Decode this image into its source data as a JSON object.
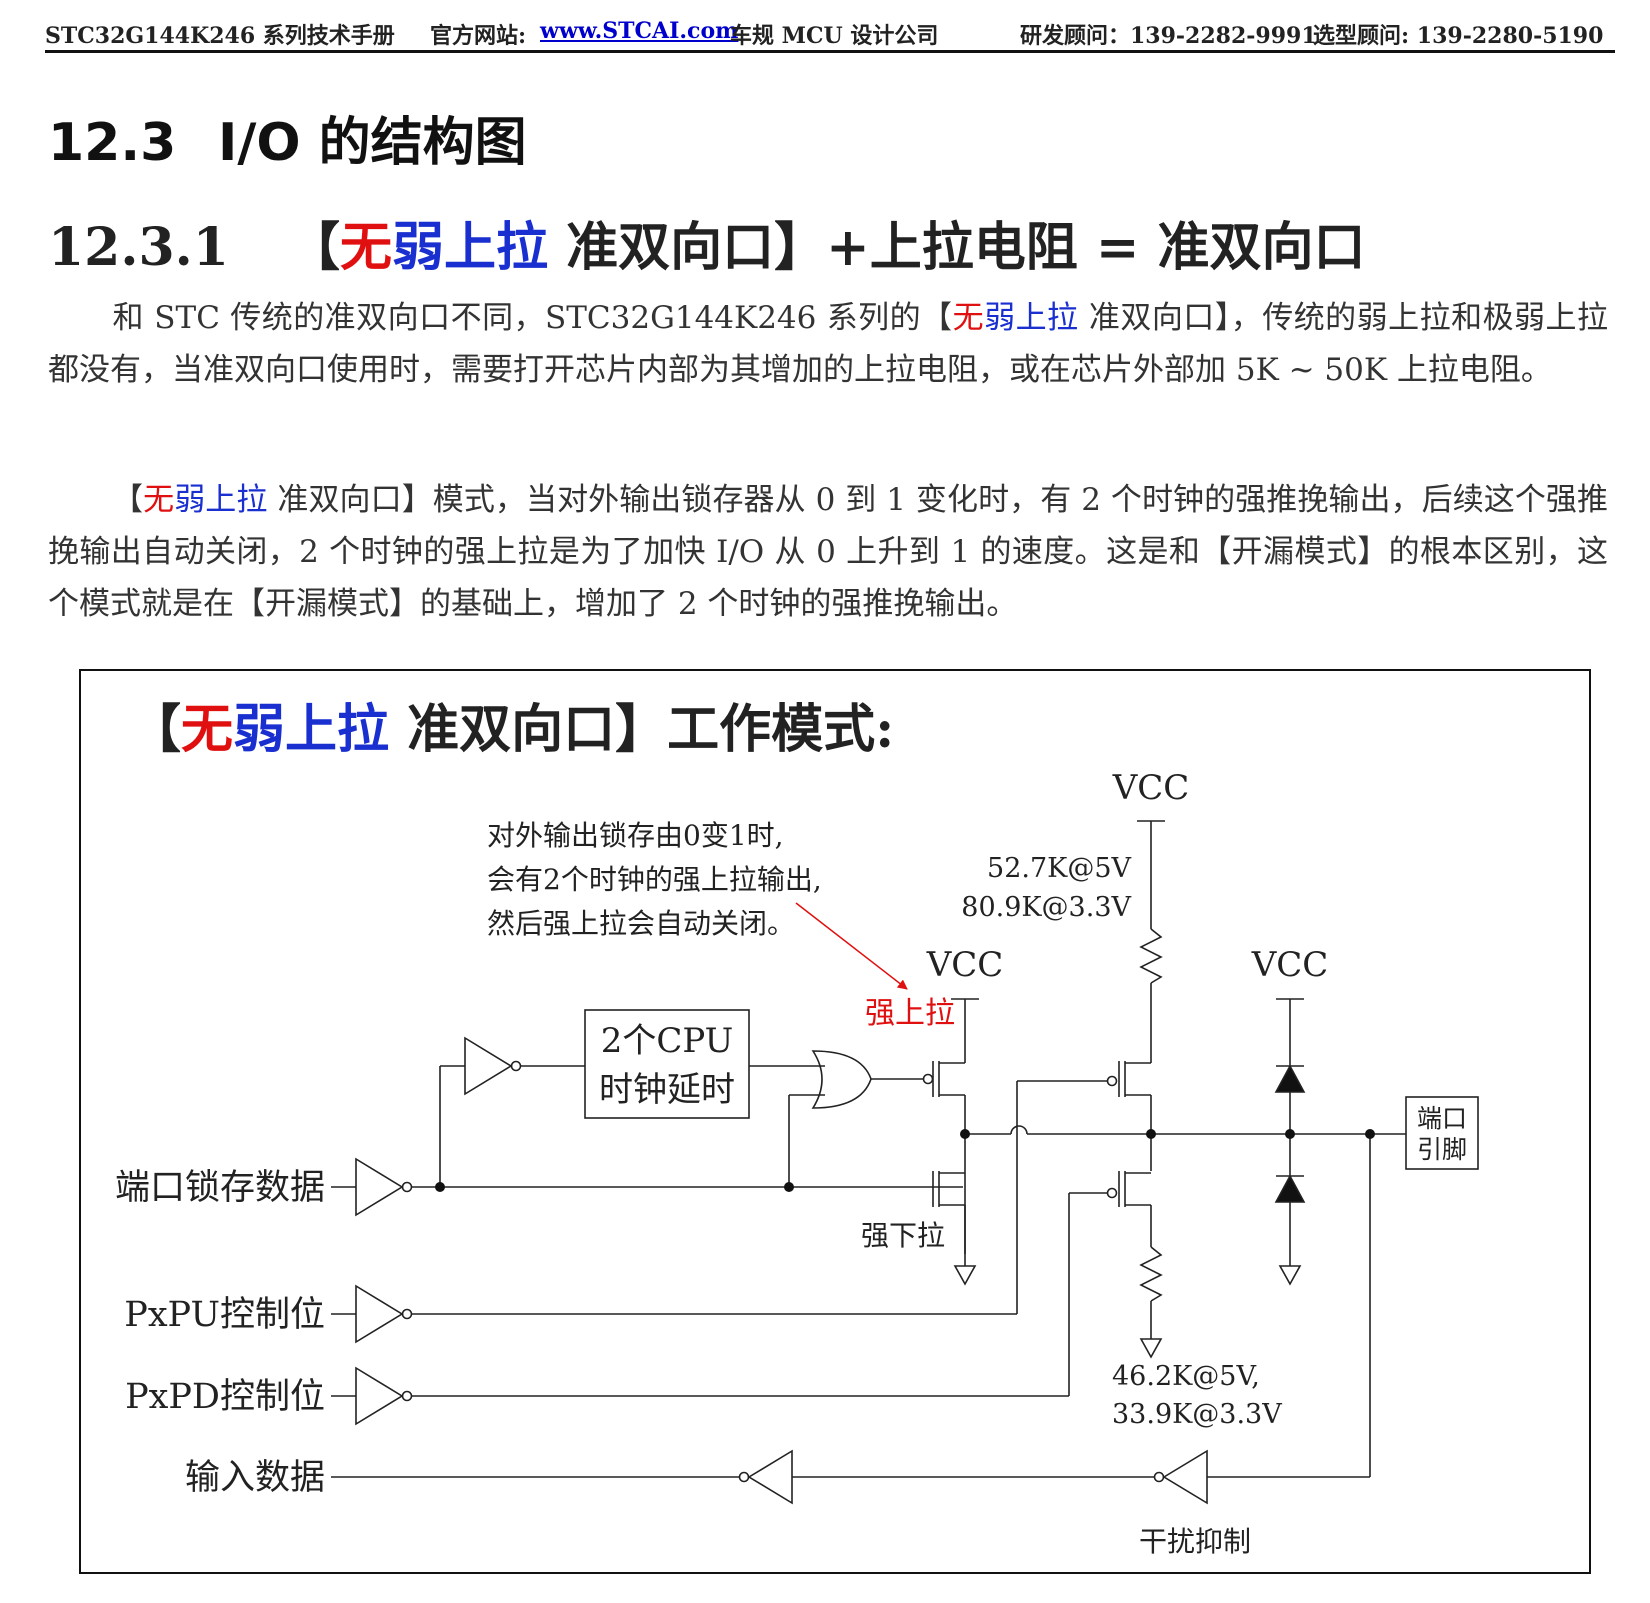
{
  "header": {
    "manual": "STC32G144K246 系列技术手册",
    "site_label": "官方网站:",
    "site_url": "www.STCAI.com",
    "company": "车规 MCU 设计公司",
    "rd_advisor": "研发顾问：139-2282-9991",
    "sel_advisor": "选型顾问: 139-2280-5190"
  },
  "section": {
    "number": "12.3",
    "title": "I/O 的结构图"
  },
  "subsection": {
    "number": "12.3.1",
    "bracket_open": "【",
    "red": "无",
    "blue": "弱上拉",
    "rest": " 准双向口】+上拉电阻 = 准双向口"
  },
  "para1": {
    "a": "和 STC 传统的准双向口不同，STC32G144K246 系列的【",
    "red": "无",
    "blue": "弱上拉",
    "b": " 准双向口】，传统的弱上拉和极弱上拉都没有，当准双向口使用时，需要打开芯片内部为其增加的上拉电阻，或在芯片外部加 5K ~ 50K 上拉电阻。"
  },
  "para2": {
    "a": "【",
    "red": "无",
    "blue": "弱上拉",
    "b": " 准双向口】模式，当对外输出锁存器从 0 到 1 变化时，有 2 个时钟的强推挽输出，后续这个强推挽输出自动关闭，2 个时钟的强上拉是为了加快 I/O 从 0 上升到 1 的速度。这是和【开漏模式】的根本区别，这个模式就是在【开漏模式】的基础上，增加了 2 个时钟的强推挽输出。"
  },
  "figure": {
    "title_open": "【",
    "title_red": "无",
    "title_blue": "弱上拉",
    "title_rest": " 准双向口】工作模式:",
    "note_line1": "对外输出锁存由0变1时,",
    "note_line2": "会有2个时钟的强上拉输出,",
    "note_line3": "然后强上拉会自动关闭。",
    "strong_pullup": "强上拉",
    "delay_line1": "2个CPU",
    "delay_line2": "时钟延时",
    "vcc_left": "VCC",
    "vcc_top": "VCC",
    "vcc_right": "VCC",
    "pullup_res_5v": "52.7K@5V",
    "pullup_res_33v": "80.9K@3.3V",
    "pulldown_res_5v": "46.2K@5V,",
    "pulldown_res_33v": "33.9K@3.3V",
    "strong_pulldown": "强下拉",
    "port_latch": "端口锁存数据",
    "pxpu": "PxPU控制位",
    "pxpd": "PxPD控制位",
    "input_data": "输入数据",
    "noise_suppress": "干扰抑制",
    "port_pin_line1": "端口",
    "port_pin_line2": "引脚"
  },
  "colors": {
    "red": "#e01010",
    "blue": "#1a2fd0"
  }
}
